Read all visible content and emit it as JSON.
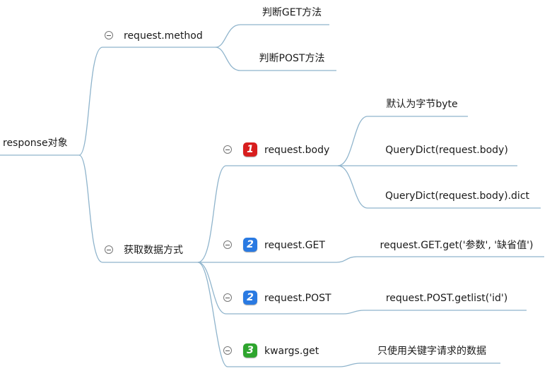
{
  "root": {
    "label": "response对象"
  },
  "branches": {
    "method": {
      "label": "request.method",
      "children": [
        "判断GET方法",
        "判断POST方法"
      ]
    },
    "data": {
      "label": "获取数据方式",
      "children": [
        {
          "label": "request.body",
          "priority": "1",
          "children": [
            "默认为字节byte",
            "QueryDict(request.body)",
            "QueryDict(request.body).dict"
          ]
        },
        {
          "label": "request.GET",
          "priority": "2",
          "children": [
            "request.GET.get('参数', '缺省值')"
          ]
        },
        {
          "label": "request.POST",
          "priority": "2",
          "children": [
            "request.POST.getlist('id')"
          ]
        },
        {
          "label": "kwargs.get",
          "priority": "3",
          "children": [
            "只使用关键字请求的数据"
          ]
        }
      ]
    }
  },
  "colors": {
    "line": "#8fb4cc",
    "priority_1": "#d81e1e",
    "priority_2": "#2a7ae2",
    "priority_3": "#2ea52e"
  }
}
